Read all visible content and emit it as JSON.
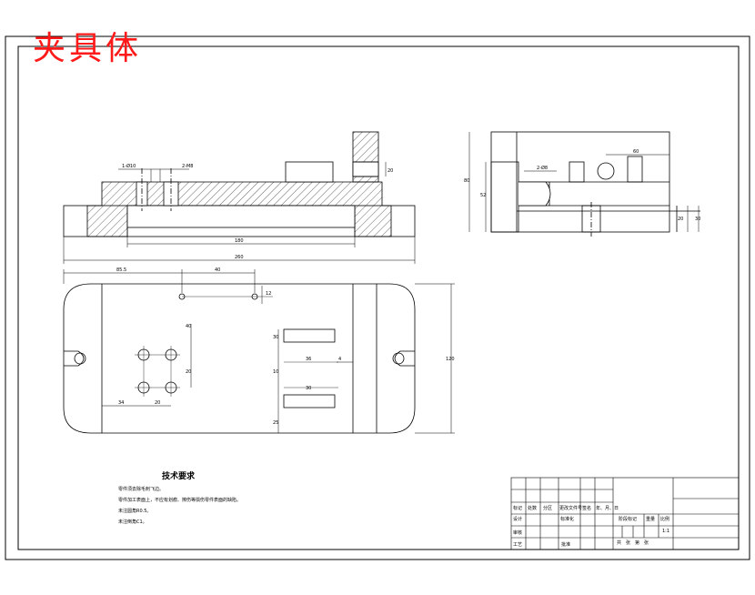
{
  "drawing": {
    "title": "夹具体",
    "tech_requirements": {
      "heading": "技术要求",
      "items": [
        "零件须去除毛刺飞边。",
        "零件加工表面上，不应有划痕、擦伤等损伤零件表面的缺陷。",
        "未注圆角R0.5。",
        "未注倒角C1。"
      ]
    },
    "dimensions": {
      "front_left_hole": "1-Ø10",
      "front_right_hole": "2-M8",
      "front_step_height": "20",
      "front_inner_width": "180",
      "front_total_width": "260",
      "plan_left_offset": "85.5",
      "plan_hole_pitch": "40",
      "plan_hole_dia": "12",
      "plan_height": "120",
      "plan_slot_width": "36",
      "plan_slot_depth": "4",
      "plan_v1": "40",
      "plan_v2": "20",
      "plan_h1": "34",
      "plan_h2": "20",
      "plan_r1": "30",
      "plan_r2": "30",
      "plan_r3": "10",
      "plan_r4": "25",
      "side_top": "60",
      "side_hole": "2-Ø8",
      "side_height_total": "80",
      "side_height_mid": "52",
      "side_height_low": "20",
      "side_height_base": "30"
    },
    "title_block": {
      "mark": "标记",
      "qty": "处数",
      "zone": "分区",
      "change_no": "更改文件号",
      "sign": "签名",
      "date": "年、月、日",
      "design": "设计",
      "standard": "标准化",
      "check": "审核",
      "craft": "工艺",
      "approve": "批准",
      "stage_mark": "阶段标记",
      "weight": "重量",
      "scale": "比例",
      "scale_value": "1:1",
      "sheets": "共　张　第　张"
    }
  }
}
